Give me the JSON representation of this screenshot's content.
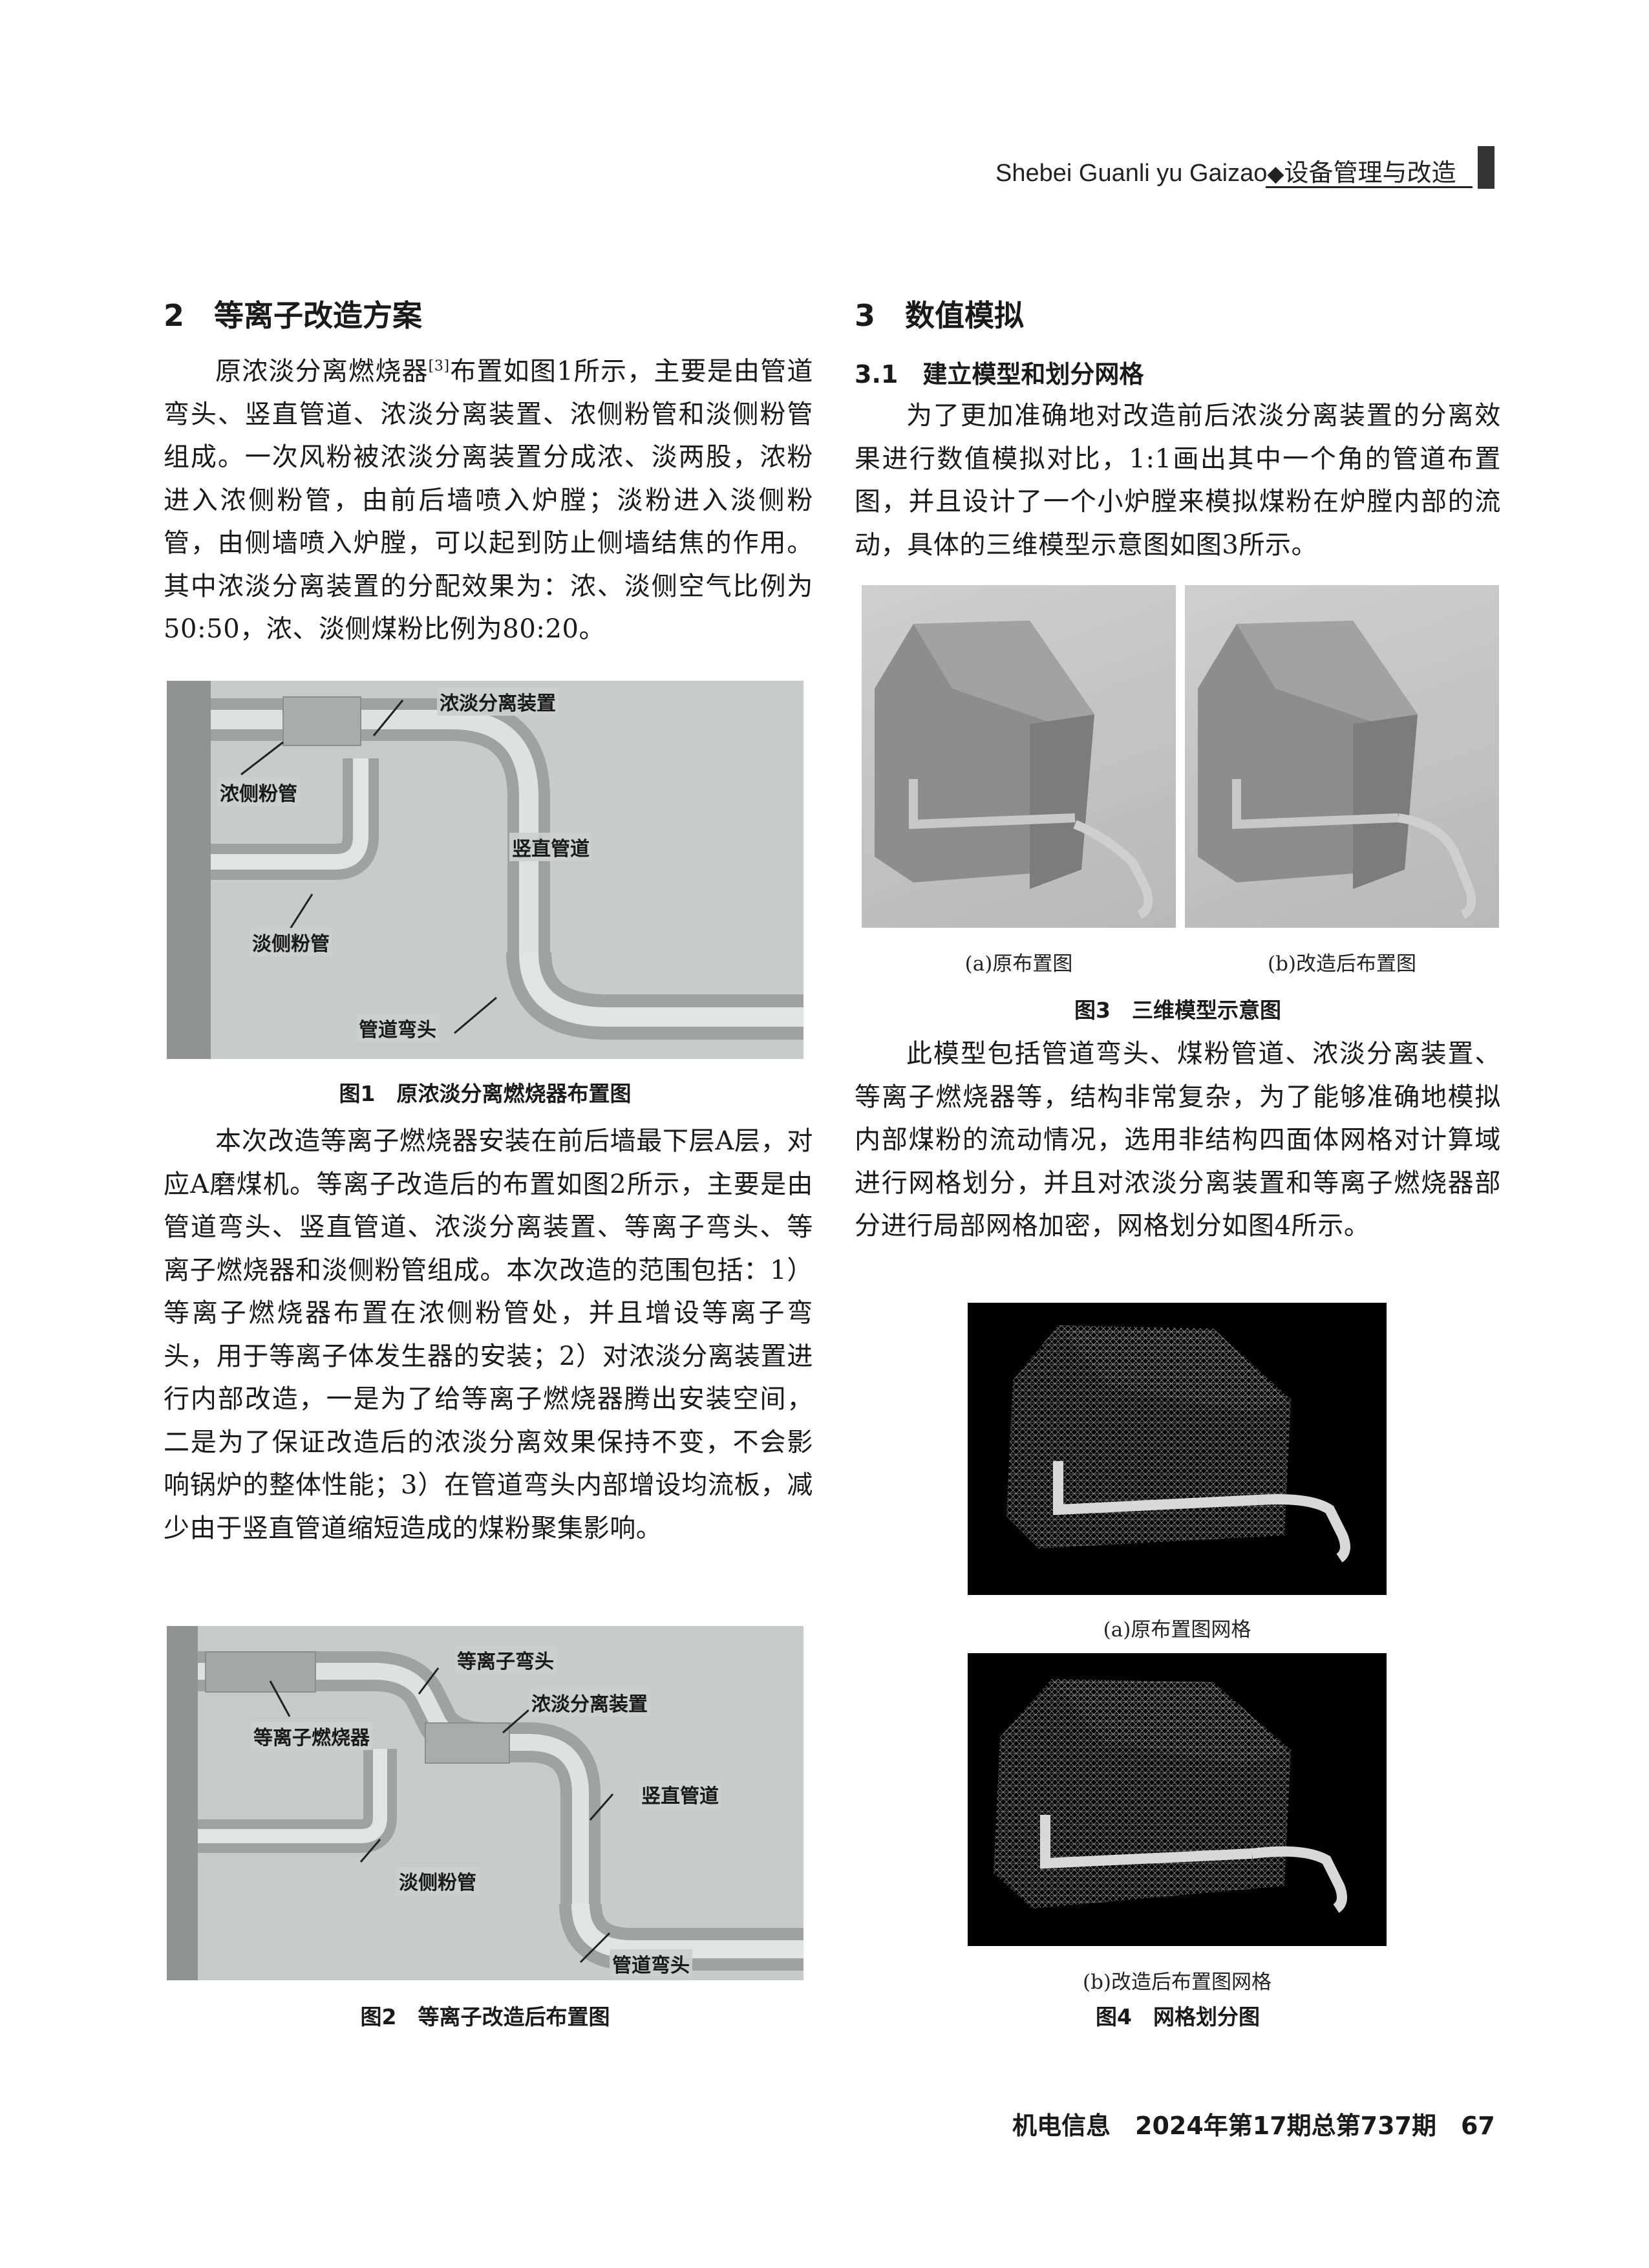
{
  "header": {
    "left": "Shebei Guanli yu Gaizao",
    "diamond": "◆",
    "right": "设备管理与改造"
  },
  "section2": {
    "title": "2　等离子改造方案",
    "para1_a": "原浓淡分离燃烧器",
    "para1_ref": "[3]",
    "para1_b": "布置如图1所示，主要是由管道弯头、竖直管道、浓淡分离装置、浓侧粉管和淡侧粉管组成。一次风粉被浓淡分离装置分成浓、淡两股，浓粉进入浓侧粉管，由前后墙喷入炉膛；淡粉进入淡侧粉管，由侧墙喷入炉膛，可以起到防止侧墙结焦的作用。其中浓淡分离装置的分配效果为：浓、淡侧空气比例为50:50，浓、淡侧煤粉比例为80:20。",
    "para2": "本次改造等离子燃烧器安装在前后墙最下层A层，对应A磨煤机。等离子改造后的布置如图2所示，主要是由管道弯头、竖直管道、浓淡分离装置、等离子弯头、等离子燃烧器和淡侧粉管组成。本次改造的范围包括：1）等离子燃烧器布置在浓侧粉管处，并且增设等离子弯头，用于等离子体发生器的安装；2）对浓淡分离装置进行内部改造，一是为了给等离子燃烧器腾出安装空间，二是为了保证改造后的浓淡分离效果保持不变，不会影响锅炉的整体性能；3）在管道弯头内部增设均流板，减少由于竖直管道缩短造成的煤粉聚集影响。"
  },
  "fig1": {
    "caption": "图1　原浓淡分离燃烧器布置图",
    "labels": {
      "separator": "浓淡分离装置",
      "rich_pipe": "浓侧粉管",
      "vertical": "竖直管道",
      "lean_pipe": "淡侧粉管",
      "elbow": "管道弯头"
    }
  },
  "fig2": {
    "caption": "图2　等离子改造后布置图",
    "labels": {
      "plasma_elbow": "等离子弯头",
      "plasma_burner": "等离子燃烧器",
      "separator": "浓淡分离装置",
      "vertical": "竖直管道",
      "lean_pipe": "淡侧粉管",
      "elbow": "管道弯头"
    }
  },
  "section3": {
    "title": "3　数值模拟",
    "sub1": "3.1　建立模型和划分网格",
    "para1": "为了更加准确地对改造前后浓淡分离装置的分离效果进行数值模拟对比，1:1画出其中一个角的管道布置图，并且设计了一个小炉膛来模拟煤粉在炉膛内部的流动，具体的三维模型示意图如图3所示。",
    "para2": "此模型包括管道弯头、煤粉管道、浓淡分离装置、等离子燃烧器等，结构非常复杂，为了能够准确地模拟内部煤粉的流动情况，选用非结构四面体网格对计算域进行网格划分，并且对浓淡分离装置和等离子燃烧器部分进行局部网格加密，网格划分如图4所示。"
  },
  "fig3": {
    "sub_a": "(a)原布置图",
    "sub_b": "(b)改造后布置图",
    "caption": "图3　三维模型示意图"
  },
  "fig4": {
    "sub_a": "(a)原布置图网格",
    "sub_b": "(b)改造后布置图网格",
    "caption": "图4　网格划分图"
  },
  "footer": {
    "text": "机电信息　2024年第17期总第737期　67"
  }
}
